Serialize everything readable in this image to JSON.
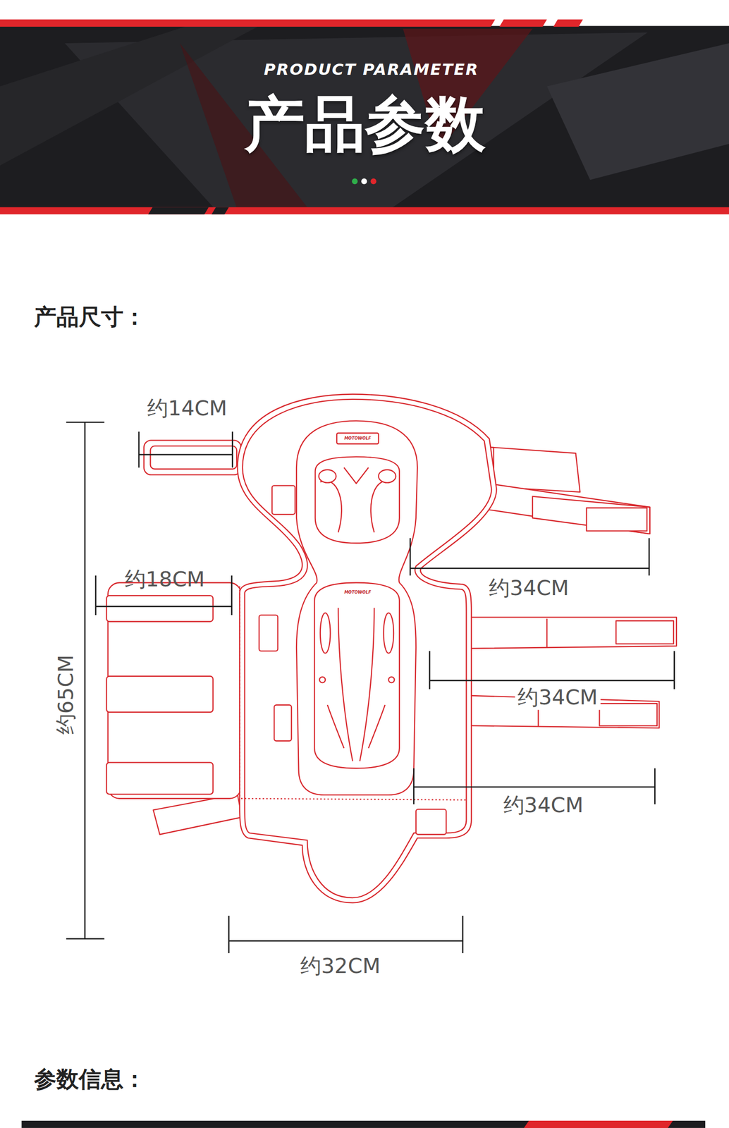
{
  "diagram": {
    "title": "产品参数",
    "labels": [
      "PRODUCT PARAMETER",
      "产品尺寸：",
      "MOTOWOLF",
      "MOTOWOLF",
      "约14CM",
      "约18CM",
      "约34CM",
      "约34CM",
      "约34CM",
      "约65CM",
      "约32CM",
      "参数信息："
    ]
  }
}
